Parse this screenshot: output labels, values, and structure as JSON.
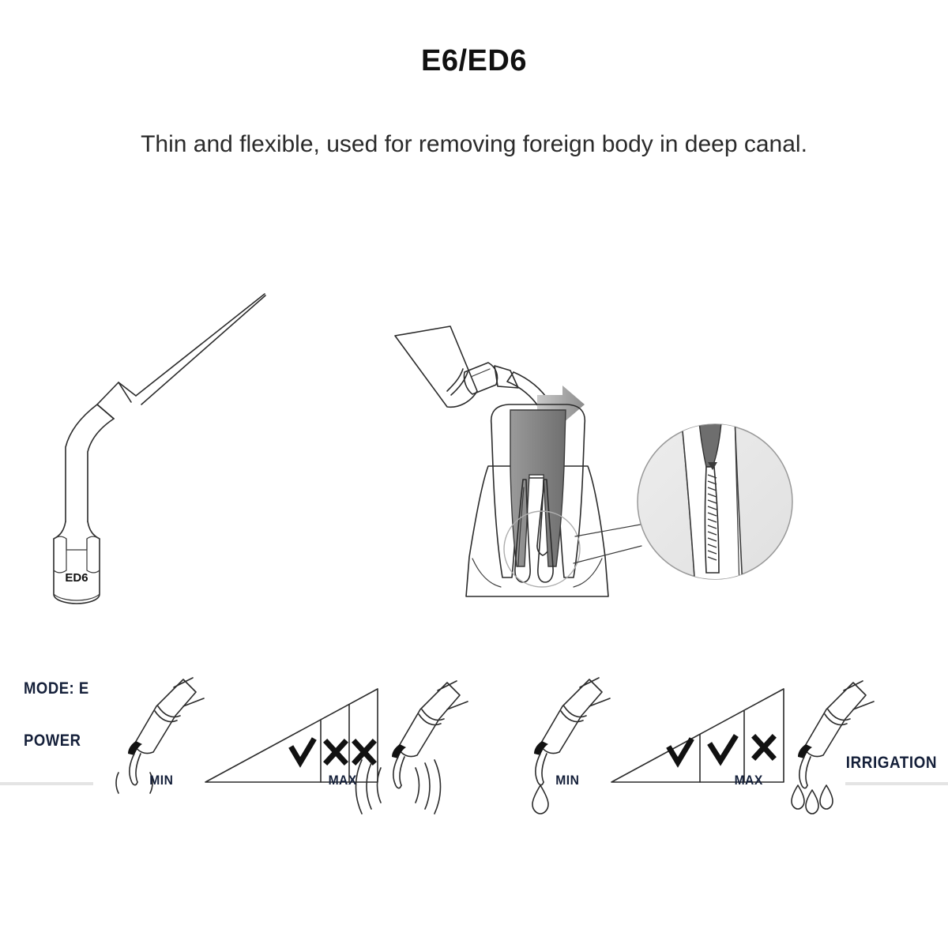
{
  "header": {
    "title": "E6/ED6",
    "subtitle": "Thin and flexible, used for removing foreign body in deep canal."
  },
  "tip_figure": {
    "label": "ED6",
    "icon": "dental-scaler-tip-line-drawing"
  },
  "usage_figure": {
    "handpiece_icon": "ultrasonic-handpiece-icon",
    "tooth_icon": "tooth-cross-section-icon",
    "arrow_icon": "right-arrow-icon",
    "magnifier_icon": "magnified-detail-circle-icon"
  },
  "spec": {
    "mode_label": "MODE: E",
    "power_label": "POWER",
    "irrigation_label": "IRRIGATION",
    "min_label": "MIN",
    "max_label": "MAX",
    "power_scale": {
      "cells": [
        "check",
        "cross",
        "cross"
      ],
      "left_icon": "handpiece-vibration-small-icon",
      "right_icon": "handpiece-vibration-large-icon"
    },
    "irrigation_scale": {
      "cells": [
        "check",
        "check",
        "cross"
      ],
      "left_icon": "handpiece-single-drop-icon",
      "right_icon": "handpiece-multi-drop-icon"
    }
  },
  "colors": {
    "background": "#ffffff",
    "title_text": "#111111",
    "body_text": "#2b2b2b",
    "spec_text": "#15203a",
    "line": "#2b2b2b",
    "rule": "#e4e4e4",
    "fill_light": "#f2f2f2",
    "fill_mid": "#d9d9d9",
    "fill_dark": "#8f8f8f"
  }
}
